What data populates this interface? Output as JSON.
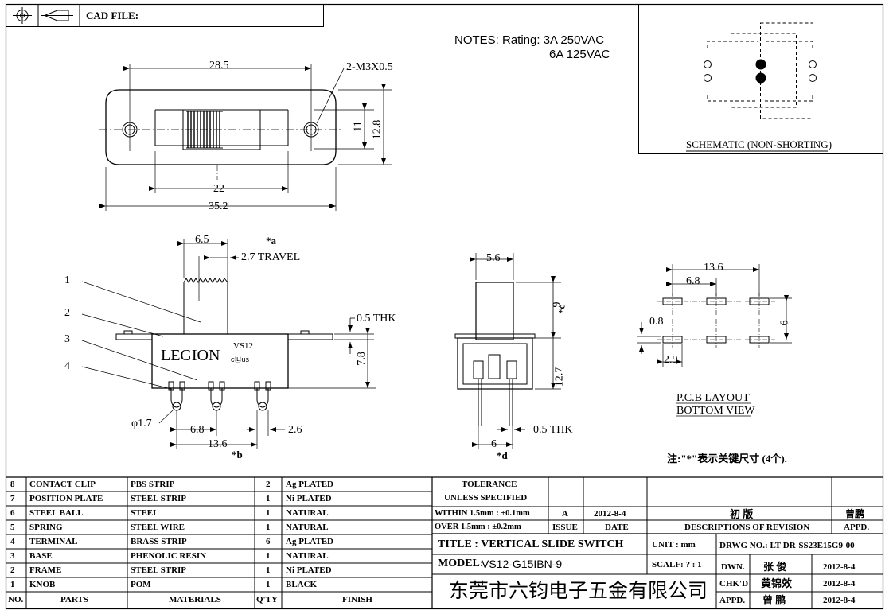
{
  "header": {
    "cad_file_label": "CAD FILE:",
    "cad_file_value": ""
  },
  "notes": {
    "line1": "NOTES: Rating: 3A 250VAC",
    "line2": "6A 125VAC"
  },
  "schematic": {
    "caption": "SCHEMATIC (NON-SHORTING)"
  },
  "top_view": {
    "dim_width_holes": "28.5",
    "dim_screw": "2-M3X0.5",
    "dim_height_inner": "11",
    "dim_height_outer": "12.8",
    "dim_slot": "22",
    "dim_overall": "35.2"
  },
  "side_view": {
    "knob_width": "6.5",
    "travel": "2.7 TRAVEL",
    "mark_a": "*a",
    "frame_thk": "0.5 THK",
    "height": "7.8",
    "brand": "LEGION",
    "model_mark": "VS12",
    "ul_mark": "cⓁus",
    "hole_dia": "φ1.7",
    "pitch": "6.8",
    "span": "13.6",
    "mark_b": "*b",
    "term_width": "2.6",
    "callouts": [
      "1",
      "2",
      "3",
      "4"
    ]
  },
  "end_view": {
    "width": "5.6",
    "knob_height": "9",
    "mark_c": "*c",
    "body_height": "12.7",
    "pin_spacing": "6",
    "mark_d": "*d",
    "thk": "0.5 THK"
  },
  "pcb": {
    "overall": "13.6",
    "pitch": "6.8",
    "pad_w": "0.8",
    "row_spacing": "6",
    "pad_len": "2.9",
    "title": "P.C.B LAYOUT",
    "subtitle": "BOTTOM VIEW",
    "note": "注:\"*\"表示关键尺寸 (4个)."
  },
  "bom": {
    "rows": [
      {
        "no": "8",
        "part": "CONTACT CLIP",
        "material": "PBS STRIP",
        "qty": "2",
        "finish": "Ag PLATED"
      },
      {
        "no": "7",
        "part": "POSITION PLATE",
        "material": "STEEL STRIP",
        "qty": "1",
        "finish": "Ni PLATED"
      },
      {
        "no": "6",
        "part": "STEEL BALL",
        "material": "STEEL",
        "qty": "1",
        "finish": "NATURAL"
      },
      {
        "no": "5",
        "part": "SPRING",
        "material": "STEEL WIRE",
        "qty": "1",
        "finish": "NATURAL"
      },
      {
        "no": "4",
        "part": "TERMINAL",
        "material": "BRASS STRIP",
        "qty": "6",
        "finish": "Ag PLATED"
      },
      {
        "no": "3",
        "part": "BASE",
        "material": "PHENOLIC RESIN",
        "qty": "1",
        "finish": "NATURAL"
      },
      {
        "no": "2",
        "part": "FRAME",
        "material": "STEEL STRIP",
        "qty": "1",
        "finish": "Ni PLATED"
      },
      {
        "no": "1",
        "part": "KNOB",
        "material": "POM",
        "qty": "1",
        "finish": "BLACK"
      }
    ],
    "header": {
      "no": "NO.",
      "part": "PARTS",
      "material": "MATERIALS",
      "qty": "Q'TY",
      "finish": "FINISH"
    }
  },
  "title_block": {
    "tolerance": "TOLERANCE",
    "unless": "UNLESS   SPECIFIED",
    "within": "WITHIN 1.5mm : ±0.1mm",
    "over": "OVER   1.5mm : ±0.2mm",
    "rev_letter": "A",
    "rev_date": "2012-8-4",
    "rev_desc": "初 版",
    "rev_appd": "曾鹏",
    "issue": "ISSUE",
    "date": "DATE",
    "desc_header": "DESCRIPTIONS OF REVISION",
    "appd_header": "APPD.",
    "title": "TITLE :  VERTICAL SLIDE SWITCH",
    "unit": "UNIT :  mm",
    "drwg_no": "DRWG NO.: LT-DR-SS23E15G9-00",
    "model_label": "MODEL:",
    "model": "VS12-G15IBN-9",
    "scale": "SCALF: ? : 1",
    "company": "东莞市六钧电子五金有限公司",
    "dwn_label": "DWN.",
    "dwn_name": "张 俊",
    "dwn_date": "2012-8-4",
    "chk_label": "CHK'D",
    "chk_name": "黄锦效",
    "chk_date": "2012-8-4",
    "appd_label": "APPD.",
    "appd_name": "曾 鹏",
    "appd_date": "2012-8-4"
  }
}
